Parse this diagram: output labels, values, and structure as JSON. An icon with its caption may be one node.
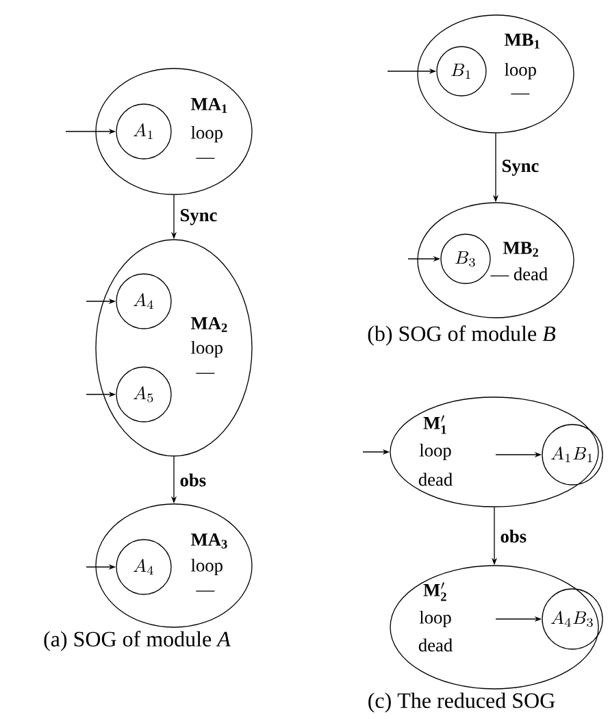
{
  "diagram": {
    "nodes": [
      {
        "text": [
          "\\mathbf{MA_1}",
          "loop",
          "—"
        ]
      },
      {
        "text": [
          "A_1"
        ],
        "in": 0
      },
      {
        "text": [
          "\\mathbf{MA_2}",
          "loop",
          "—"
        ]
      },
      {
        "text": [
          "A_4"
        ],
        "in": 2
      },
      {
        "text": [
          "A_5"
        ],
        "in": 2
      },
      {
        "text": [
          "\\mathbf{MA_3}",
          "loop",
          "—"
        ]
      },
      {
        "text": [
          "A_4"
        ],
        "in": 5
      },
      {
        "text": [
          "\\mathbf{MB_1}",
          "loop",
          "—"
        ]
      },
      {
        "text": [
          "B_1"
        ],
        "in": 7
      },
      {
        "text": [
          "\\mathbf{MB_2}",
          "— dead"
        ]
      },
      {
        "text": [
          "B_3"
        ],
        "in": 9
      },
      {
        "text": [
          "\\mathbf{M'_1}",
          "loop",
          "dead"
        ]
      },
      {
        "text": [
          "A_1B_1"
        ],
        "in": 11
      },
      {
        "text": [
          "\\mathbf{M'_2}",
          "loop",
          "dead"
        ]
      },
      {
        "text": [
          "A_4B_3"
        ],
        "in": 13
      }
    ],
    "edges": [
      {
        "from": 0,
        "to": 2,
        "arrow": "to",
        "label": "Sync"
      },
      {
        "from": 2,
        "to": 5,
        "arrow": "to",
        "label": "obs"
      },
      {
        "from": 7,
        "to": 9,
        "arrow": "to",
        "label": "Sync"
      },
      {
        "from": 11,
        "to": 13,
        "arrow": "to",
        "label": "obs"
      },
      {
        "from": null,
        "to": 1,
        "arrow": "to"
      },
      {
        "from": null,
        "to": 3,
        "arrow": "to"
      },
      {
        "from": null,
        "to": 4,
        "arrow": "to"
      },
      {
        "from": null,
        "to": 6,
        "arrow": "to"
      },
      {
        "from": null,
        "to": 8,
        "arrow": "to"
      },
      {
        "from": null,
        "to": 10,
        "arrow": "to"
      },
      {
        "from": null,
        "to": 11,
        "arrow": "to"
      },
      {
        "from": null,
        "to": 12,
        "arrow": "to"
      },
      {
        "from": null,
        "to": 14,
        "arrow": "to"
      }
    ],
    "labels": [
      "(a) SOG of module *A*",
      "(b) SOG of module *B*",
      "(c) The reduced SOG"
    ]
  }
}
